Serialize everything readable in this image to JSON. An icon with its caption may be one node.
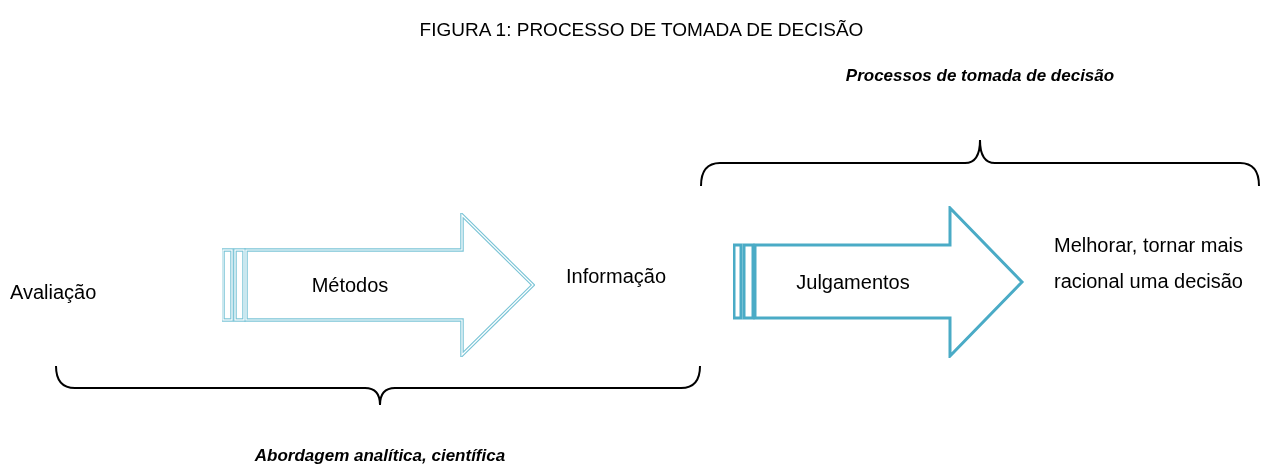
{
  "diagram": {
    "title": "FIGURA 1: PROCESSO DE TOMADA DE DECISÃO",
    "nodes": [
      {
        "text": [
          "Avaliação"
        ]
      },
      {
        "text": [
          "Métodos"
        ]
      },
      {
        "text": [
          "Informação"
        ]
      },
      {
        "text": [
          "Julgamentos"
        ]
      },
      {
        "text": [
          "Melhorar, tornar mais racional uma decisão"
        ]
      }
    ],
    "labels": [
      "Processos de tomada de decisão",
      "Abordagem analítica, científica"
    ]
  }
}
